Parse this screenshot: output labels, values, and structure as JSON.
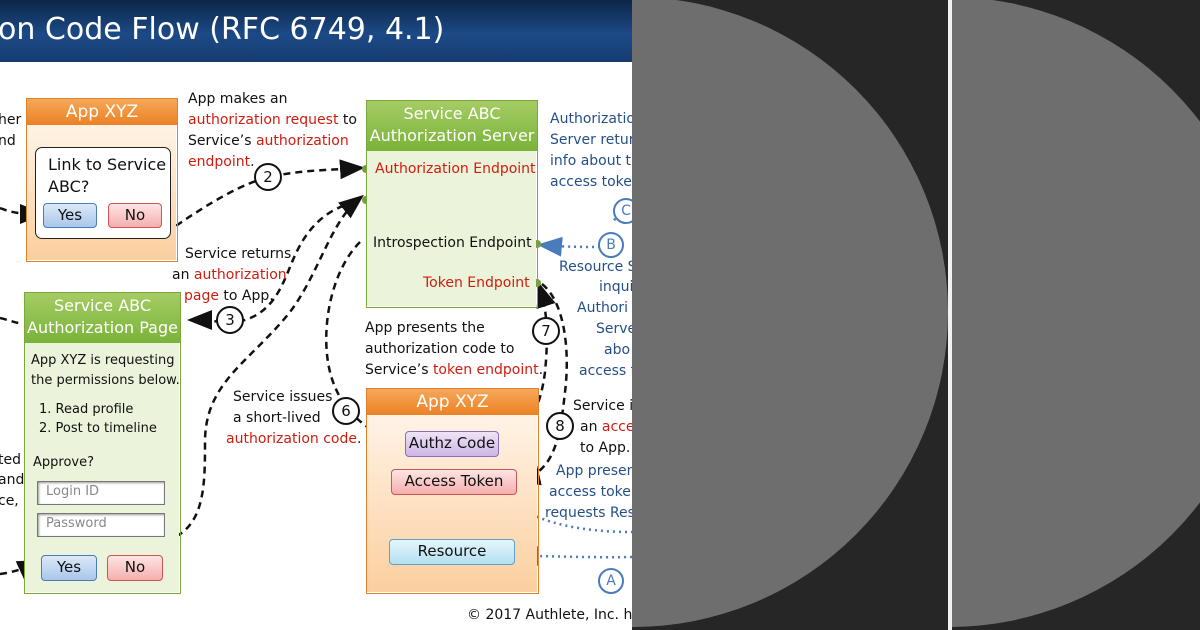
{
  "header": {
    "title": "on Code Flow  (RFC 6749, 4.1)"
  },
  "footer": {
    "copyright": "© 2017 Authlete, Inc.  h"
  },
  "left_fragments": [
    "her",
    "nd",
    "ted",
    "and",
    "ce,"
  ],
  "app_xyz_top": {
    "title": "App XYZ",
    "prompt_line1": "Link to Service",
    "prompt_line2": "ABC?",
    "yes": "Yes",
    "no": "No"
  },
  "auth_server": {
    "title_line1": "Service ABC",
    "title_line2": "Authorization Server",
    "authorization_endpoint": "Authorization Endpoint",
    "introspection_endpoint": "Introspection Endpoint",
    "token_endpoint": "Token Endpoint"
  },
  "auth_page": {
    "title_line1": "Service ABC",
    "title_line2": "Authorization Page",
    "text_line1": "App XYZ is requesting",
    "text_line2": "the permissions below.",
    "perm1": "1.  Read profile",
    "perm2": "2.  Post to timeline",
    "approve": "Approve?",
    "login_placeholder": "Login ID",
    "password_placeholder": "Password",
    "yes": "Yes",
    "no": "No"
  },
  "app_xyz_bottom": {
    "title": "App XYZ",
    "authz_code": "Authz Code",
    "access_token": "Access Token",
    "resource": "Resource"
  },
  "labels": {
    "step2_a": "App makes an",
    "step2_b": "authorization request",
    "step2_c": " to",
    "step2_d": "Service’s ",
    "step2_e": "authorization",
    "step2_f": "endpoint",
    "step2_g": ".",
    "step3_a": "Service returns",
    "step3_b": "an ",
    "step3_c": "authorization",
    "step3_d": "page",
    "step3_e": " to App.",
    "step6_a": "Service issues",
    "step6_b": "a short-lived",
    "step6_c": "authorization code",
    "step6_d": ".",
    "step7_a": "App presents the",
    "step7_b": "authorization code to",
    "step7_c": "Service’s ",
    "step7_d": "token endpoint",
    "step7_e": ".",
    "step8_a": "Service i",
    "step8_b": "an ",
    "step8_c": "acce",
    "step8_d": "to App.",
    "blue_top1": "Authorizatio",
    "blue_top2": "Server retur",
    "blue_top3": "info about t",
    "blue_top4": "access toke",
    "blue_mid1": "Resource S",
    "blue_mid2": "inqui",
    "blue_mid3": "Authori",
    "blue_mid4": "Serve",
    "blue_mid5": "abo",
    "blue_mid6": "access t",
    "blue_low1": "App presen",
    "blue_low2": "access toke",
    "blue_low3": "requests Res"
  },
  "steps": {
    "s2": "2",
    "s3": "3",
    "s6": "6",
    "s7": "7",
    "s8": "8",
    "sA": "A",
    "sB": "B",
    "sC": "C"
  }
}
